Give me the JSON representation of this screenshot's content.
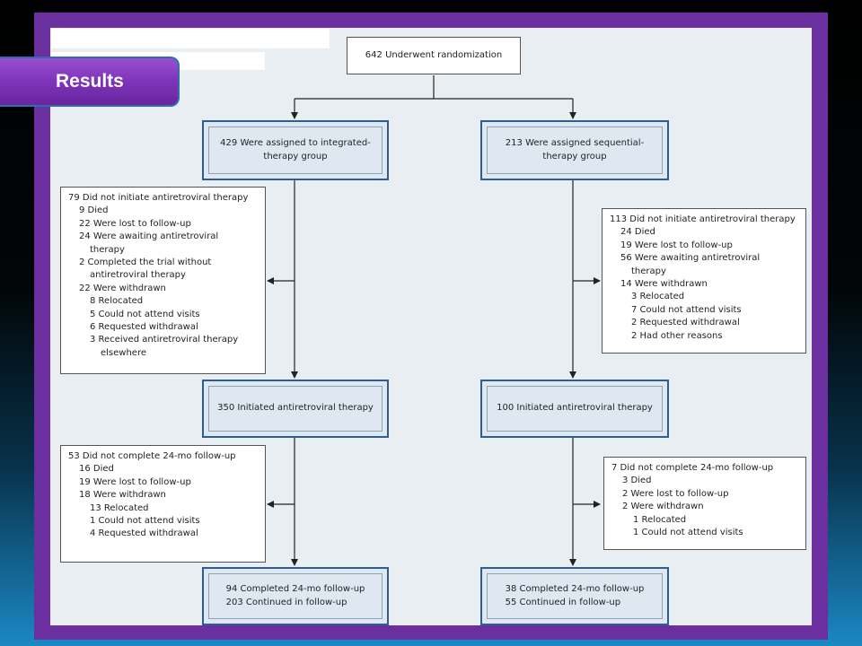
{
  "tag": {
    "label": "Results"
  },
  "colors": {
    "frame": "#6b2fa0",
    "box_fill": "#dfe8f1",
    "box_border": "#2c5f90"
  },
  "flow": {
    "top": {
      "text": "642 Underwent randomization"
    },
    "integrated": {
      "assigned": "429 Were assigned to integrated-therapy group",
      "exclusion1": [
        {
          "text": "79 Did not initiate antiretroviral therapy",
          "indent": 0
        },
        {
          "text": "9 Died",
          "indent": 1
        },
        {
          "text": "22 Were lost to follow-up",
          "indent": 1
        },
        {
          "text": "24 Were awaiting antiretroviral",
          "indent": 1
        },
        {
          "text": "therapy",
          "indent": 2
        },
        {
          "text": "2 Completed the trial without",
          "indent": 1
        },
        {
          "text": "antiretroviral therapy",
          "indent": 2
        },
        {
          "text": "22 Were withdrawn",
          "indent": 1
        },
        {
          "text": "8 Relocated",
          "indent": 2
        },
        {
          "text": "5 Could not attend visits",
          "indent": 2
        },
        {
          "text": "6 Requested withdrawal",
          "indent": 2
        },
        {
          "text": "3 Received antiretroviral therapy",
          "indent": 2
        },
        {
          "text": "elsewhere",
          "indent": 3
        }
      ],
      "initiated": "350 Initiated antiretroviral therapy",
      "exclusion2": [
        {
          "text": "53 Did not complete 24-mo follow-up",
          "indent": 0
        },
        {
          "text": "16 Died",
          "indent": 1
        },
        {
          "text": "19 Were lost to follow-up",
          "indent": 1
        },
        {
          "text": "18 Were withdrawn",
          "indent": 1
        },
        {
          "text": "13 Relocated",
          "indent": 2
        },
        {
          "text": "1 Could not attend visits",
          "indent": 2
        },
        {
          "text": "4 Requested withdrawal",
          "indent": 2
        }
      ],
      "completed": [
        "94 Completed 24-mo follow-up",
        "203 Continued in follow-up"
      ]
    },
    "sequential": {
      "assigned": "213 Were assigned sequential-therapy group",
      "exclusion1": [
        {
          "text": "113 Did not initiate antiretroviral therapy",
          "indent": 0
        },
        {
          "text": "24 Died",
          "indent": 1
        },
        {
          "text": "19 Were lost to follow-up",
          "indent": 1
        },
        {
          "text": "56 Were awaiting antiretroviral",
          "indent": 1
        },
        {
          "text": "therapy",
          "indent": 2
        },
        {
          "text": "14 Were withdrawn",
          "indent": 1
        },
        {
          "text": "3 Relocated",
          "indent": 2
        },
        {
          "text": "7 Could not attend visits",
          "indent": 2
        },
        {
          "text": "2 Requested withdrawal",
          "indent": 2
        },
        {
          "text": "2 Had other reasons",
          "indent": 2
        }
      ],
      "initiated": "100 Initiated antiretroviral therapy",
      "exclusion2": [
        {
          "text": "7 Did not complete 24-mo follow-up",
          "indent": 0
        },
        {
          "text": "3 Died",
          "indent": 1
        },
        {
          "text": "2 Were lost to follow-up",
          "indent": 1
        },
        {
          "text": "2 Were withdrawn",
          "indent": 1
        },
        {
          "text": "1 Relocated",
          "indent": 2
        },
        {
          "text": "1 Could not attend visits",
          "indent": 2
        }
      ],
      "completed": [
        "38 Completed 24-mo follow-up",
        "55 Continued in follow-up"
      ]
    }
  }
}
